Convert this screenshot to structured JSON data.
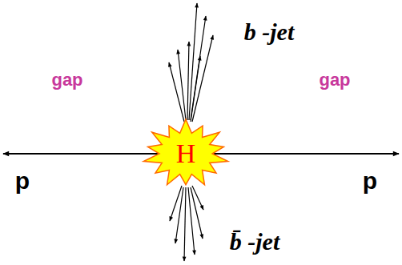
{
  "diagram": {
    "nodes": [
      {
        "text": [
          "H"
        ]
      }
    ],
    "labels": [
      "b -jet",
      "gap",
      "gap",
      "p",
      "p",
      "b̄ -jet"
    ]
  }
}
